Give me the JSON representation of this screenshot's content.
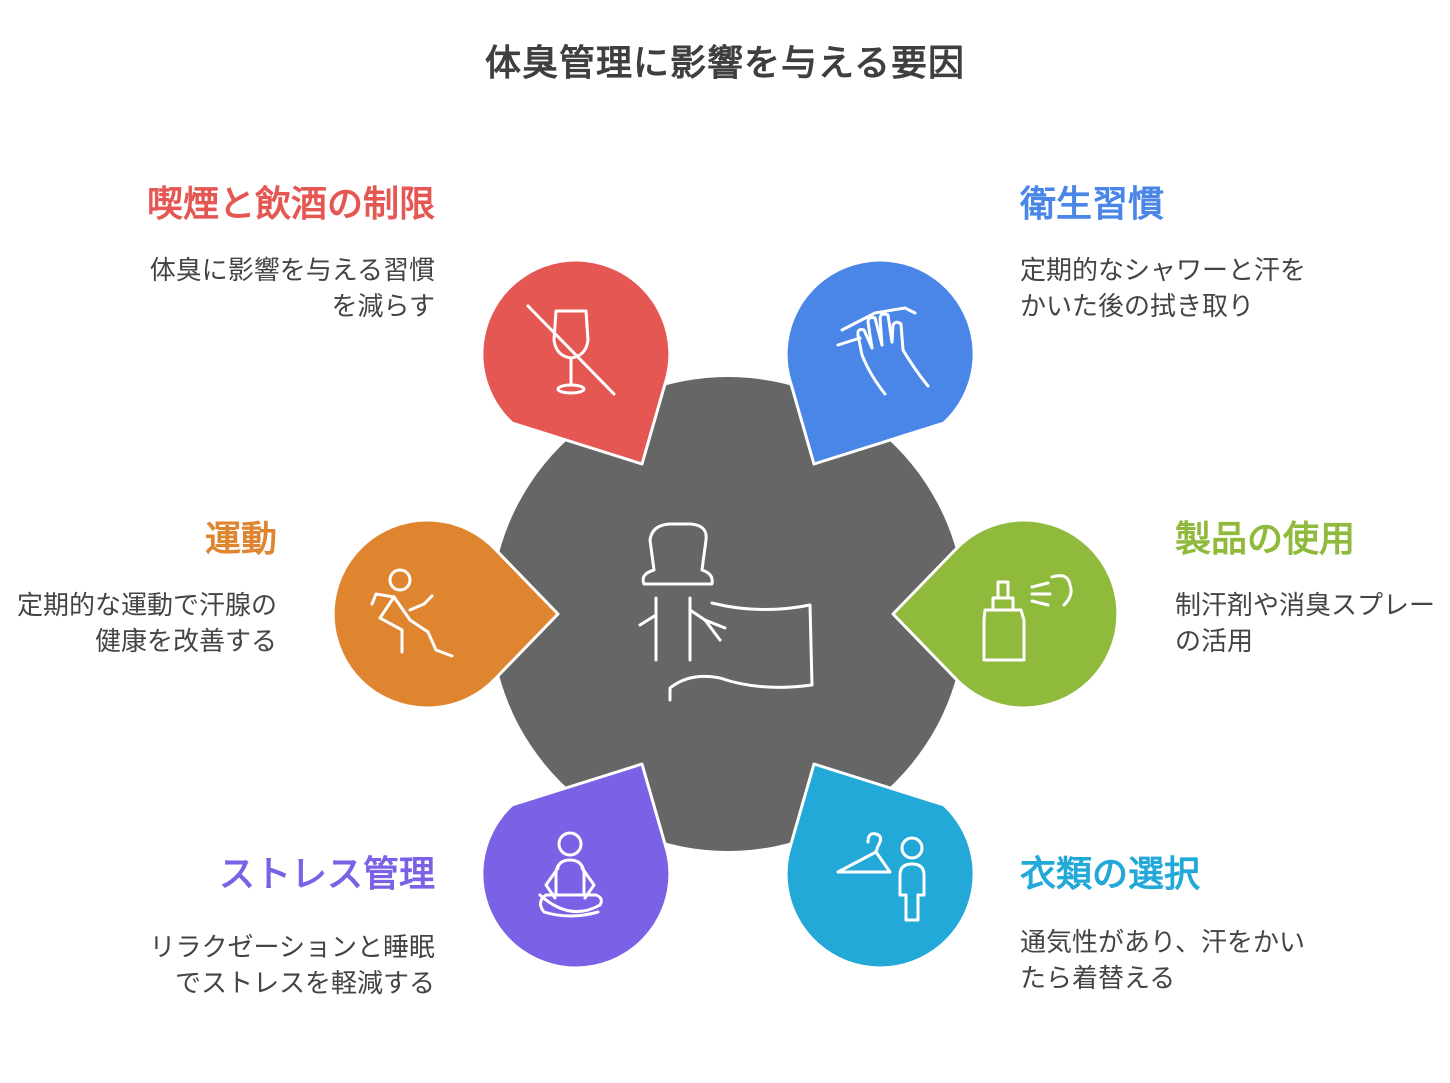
{
  "title": "体臭管理に影響を与える要因",
  "center": {
    "icon": "body-odor-sweat-icon",
    "color": "#666666"
  },
  "factors": [
    {
      "id": "smoking",
      "label": "喫煙と飲酒の制限",
      "description": "体臭に影響を与える習慣を減らす",
      "color": "#e55753",
      "icon": "no-wine-glass-icon"
    },
    {
      "id": "hygiene",
      "label": "衛生習慣",
      "description": "定期的なシャワーと汗をかいた後の拭き取り",
      "color": "#4a86e8",
      "icon": "washing-hands-icon"
    },
    {
      "id": "exercise",
      "label": "運動",
      "description": "定期的な運動で汗腺の健康を改善する",
      "color": "#df8530",
      "icon": "running-person-icon"
    },
    {
      "id": "products",
      "label": "製品の使用",
      "description": "制汗剤や消臭スプレーの活用",
      "color": "#8fba3c",
      "icon": "spray-bottle-icon"
    },
    {
      "id": "stress",
      "label": "ストレス管理",
      "description": "リラクゼーションと睡眠でストレスを軽減する",
      "color": "#7b61e6",
      "icon": "meditation-icon"
    },
    {
      "id": "clothing",
      "label": "衣類の選択",
      "description": "通気性があり、汗をかいたら着替える",
      "color": "#22a9d8",
      "icon": "hanger-person-icon"
    }
  ]
}
